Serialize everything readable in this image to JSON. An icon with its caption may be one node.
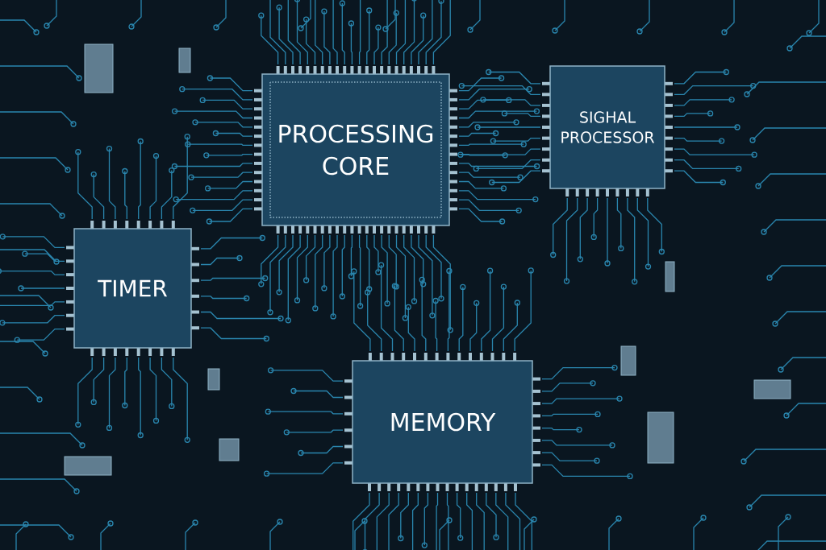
{
  "diagram": {
    "nodes": [
      {
        "text": [
          "PROCESSING CORE"
        ]
      },
      {
        "text": [
          "SIGHAL PROCESSOR"
        ]
      },
      {
        "text": [
          "TIMER"
        ]
      },
      {
        "text": [
          "MEMORY"
        ]
      }
    ]
  }
}
